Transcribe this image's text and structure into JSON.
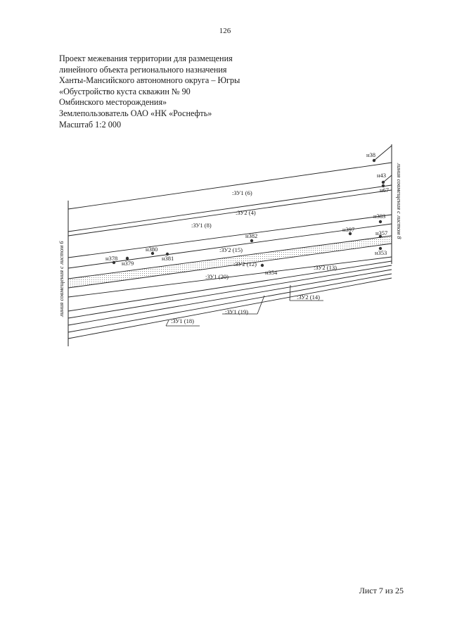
{
  "page_number": "126",
  "header": {
    "lines": [
      "Проект межевания территории для размещения",
      "линейного объекта регионального назначения",
      "Ханты-Мансийского автономного округа – Югры",
      "«Обустройство куста скважин № 90",
      "Омбинского месторождения»",
      "Землепользователь ОАО «НК «Роснефть»",
      "Масштаб 1:2 000"
    ]
  },
  "map": {
    "match_line_left": "линия совмещения с листом 6",
    "match_line_right": "линия совмещения с листом 8",
    "parcels": [
      ":ЗУ1 (6)",
      ":ЗУ2 (4)",
      ":ЗУ1 (8)",
      ":ЗУ2 (15)",
      ":ЗУ2 (12)",
      ":ЗУ1 (20)",
      ":ЗУ2 (13)",
      ":ЗУ2 (14)",
      ":ЗУ1 (19)",
      ":ЗУ1 (18)"
    ],
    "points": [
      "н38",
      "н43",
      "н67",
      "н383",
      "н397",
      "н357",
      "н353",
      "н382",
      "н380",
      "н378",
      "н379",
      "н381",
      "н354"
    ]
  },
  "footer": {
    "sheet": "Лист 7 из 25"
  }
}
